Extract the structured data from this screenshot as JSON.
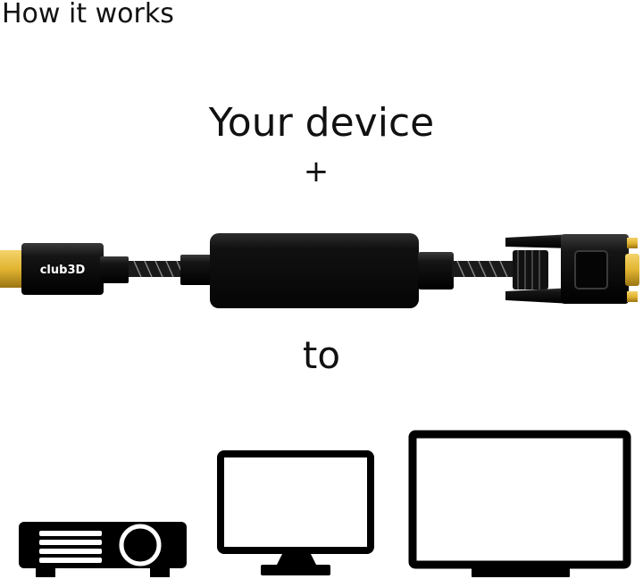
{
  "heading": "How it works",
  "device_label": "Your device",
  "plus_symbol": "+",
  "to_label": "to",
  "brand_logo": "club3D",
  "cable": {
    "name": "USB-C to VGA active adapter cable",
    "icons": [
      "usb-c-plug-icon",
      "converter-box-icon",
      "vga-plug-icon"
    ]
  },
  "targets": [
    {
      "name": "projector",
      "icon": "projector-icon"
    },
    {
      "name": "monitor",
      "icon": "monitor-icon"
    },
    {
      "name": "tv",
      "icon": "tv-icon"
    }
  ],
  "colors": {
    "text": "#111111",
    "device_black": "#0d0d0d",
    "gold": "#e2b531",
    "icon_black": "#000000"
  }
}
